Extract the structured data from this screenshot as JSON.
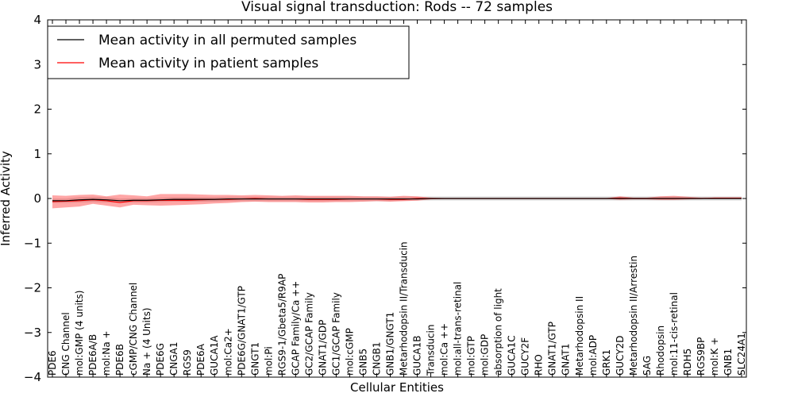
{
  "chart_data": {
    "type": "line",
    "title": "Visual signal transduction: Rods -- 72 samples",
    "xlabel": "Cellular Entities",
    "ylabel": "Inferred Activity",
    "ylim": [
      -4,
      4
    ],
    "yticks": [
      "4",
      "3",
      "2",
      "1",
      "0",
      "−1",
      "−2",
      "−3",
      "−4"
    ],
    "grid": false,
    "legend_position": "top-left",
    "categories": [
      "PDE6",
      "CNG Channel",
      "mol:GMP (4 units)",
      "PDE6A/B",
      "mol:Na +",
      "PDE6B",
      "cGMP/CNG Channel",
      "Na + (4 Units)",
      "PDE6G",
      "CNGA1",
      "RGS9",
      "PDE6A",
      "GUCA1A",
      "mol:Ca2+",
      "PDE6G/GNAT1/GTP",
      "GNGT1",
      "mol:Pi",
      "RGS9-1/Gbeta5/R9AP",
      "GCAP Family/Ca ++",
      "GC2/GCAP Family",
      "GNAT1/GDP",
      "GC1/GCAP Family",
      "mol:cGMP",
      "GNB5",
      "CNGB1",
      "GNB1/GNGT1",
      "Metarhodopsin II/Transducin",
      "GUCA1B",
      "Transducin",
      "mol:Ca ++",
      "mol:all-trans-retinal",
      "mol:GTP",
      "mol:GDP",
      "absorption of light",
      "GUCA1C",
      "GUCY2F",
      "RHO",
      "GNAT1/GTP",
      "GNAT1",
      "Metarhodopsin II",
      "mol:ADP",
      "GRK1",
      "GUCY2D",
      "Metarhodopsin II/Arrestin",
      "SAG",
      "Rhodopsin",
      "mol:11-cis-retinal",
      "RDH5",
      "RGS9BP",
      "mol:K +",
      "GNB1",
      "SLC24A1"
    ],
    "series": [
      {
        "name": "Mean activity in all permuted samples",
        "color": "#000000",
        "values": [
          -0.05,
          -0.05,
          -0.03,
          -0.02,
          -0.03,
          -0.05,
          -0.04,
          -0.04,
          -0.03,
          -0.02,
          -0.02,
          -0.02,
          -0.02,
          -0.01,
          -0.01,
          -0.01,
          -0.01,
          -0.01,
          -0.01,
          -0.01,
          -0.01,
          -0.01,
          -0.01,
          -0.01,
          -0.01,
          -0.01,
          -0.01,
          -0.01,
          0.0,
          0.0,
          0.0,
          0.0,
          0.0,
          0.0,
          0.0,
          0.0,
          0.0,
          0.0,
          0.0,
          0.0,
          0.0,
          0.0,
          0.0,
          0.0,
          0.0,
          0.0,
          0.0,
          0.0,
          0.0,
          0.0,
          0.0,
          0.0
        ],
        "band_low": [
          -0.1,
          -0.1,
          -0.09,
          -0.08,
          -0.09,
          -0.1,
          -0.09,
          -0.09,
          -0.08,
          -0.07,
          -0.07,
          -0.07,
          -0.07,
          -0.06,
          -0.06,
          -0.06,
          -0.06,
          -0.06,
          -0.06,
          -0.06,
          -0.06,
          -0.06,
          -0.06,
          -0.06,
          -0.06,
          -0.06,
          -0.05,
          -0.05,
          -0.05,
          -0.05,
          -0.05,
          -0.05,
          -0.05,
          -0.05,
          -0.05,
          -0.05,
          -0.05,
          -0.05,
          -0.05,
          -0.05,
          -0.05,
          -0.05,
          -0.05,
          -0.05,
          -0.05,
          -0.05,
          -0.05,
          -0.05,
          -0.05,
          -0.05,
          -0.05,
          -0.05
        ],
        "band_high": [
          0.0,
          0.0,
          0.03,
          0.04,
          0.03,
          0.0,
          0.01,
          0.01,
          0.02,
          0.03,
          0.03,
          0.03,
          0.03,
          0.04,
          0.04,
          0.04,
          0.04,
          0.04,
          0.04,
          0.04,
          0.04,
          0.04,
          0.04,
          0.04,
          0.04,
          0.04,
          0.04,
          0.04,
          0.05,
          0.05,
          0.05,
          0.05,
          0.05,
          0.05,
          0.05,
          0.05,
          0.05,
          0.05,
          0.05,
          0.05,
          0.05,
          0.05,
          0.05,
          0.05,
          0.05,
          0.05,
          0.05,
          0.05,
          0.05,
          0.05,
          0.05,
          0.05
        ]
      },
      {
        "name": "Mean activity in patient samples",
        "color": "#ff0000",
        "values": [
          -0.07,
          -0.06,
          -0.05,
          -0.03,
          -0.05,
          -0.09,
          -0.05,
          -0.05,
          -0.04,
          -0.04,
          -0.04,
          -0.03,
          -0.02,
          -0.02,
          -0.01,
          0.0,
          -0.01,
          -0.01,
          -0.01,
          -0.02,
          -0.02,
          -0.02,
          -0.01,
          -0.01,
          -0.01,
          -0.02,
          -0.02,
          0.0,
          0.0,
          0.0,
          0.0,
          0.0,
          0.0,
          0.0,
          0.0,
          0.0,
          0.0,
          0.0,
          0.0,
          0.0,
          0.0,
          0.0,
          0.01,
          0.0,
          0.0,
          0.0,
          0.0,
          0.0,
          0.0,
          0.01,
          0.01,
          0.01
        ],
        "band_low": [
          -0.22,
          -0.2,
          -0.18,
          -0.12,
          -0.16,
          -0.2,
          -0.14,
          -0.15,
          -0.16,
          -0.15,
          -0.14,
          -0.13,
          -0.11,
          -0.1,
          -0.08,
          -0.07,
          -0.08,
          -0.08,
          -0.08,
          -0.09,
          -0.09,
          -0.08,
          -0.08,
          -0.07,
          -0.06,
          -0.07,
          -0.06,
          -0.05,
          -0.02,
          -0.01,
          -0.01,
          -0.01,
          -0.01,
          -0.01,
          -0.01,
          -0.01,
          -0.01,
          -0.01,
          -0.01,
          -0.01,
          -0.01,
          -0.01,
          -0.03,
          -0.02,
          -0.02,
          -0.03,
          -0.03,
          -0.02,
          -0.01,
          -0.01,
          -0.01,
          -0.01
        ],
        "band_high": [
          0.07,
          0.06,
          0.08,
          0.09,
          0.05,
          0.09,
          0.07,
          0.05,
          0.1,
          0.1,
          0.1,
          0.09,
          0.08,
          0.08,
          0.07,
          0.08,
          0.07,
          0.06,
          0.07,
          0.06,
          0.06,
          0.06,
          0.06,
          0.05,
          0.05,
          0.04,
          0.06,
          0.05,
          0.02,
          0.01,
          0.01,
          0.01,
          0.01,
          0.01,
          0.01,
          0.01,
          0.01,
          0.01,
          0.01,
          0.01,
          0.01,
          0.01,
          0.05,
          0.02,
          0.02,
          0.05,
          0.06,
          0.04,
          0.02,
          0.02,
          0.02,
          0.02
        ]
      }
    ]
  }
}
